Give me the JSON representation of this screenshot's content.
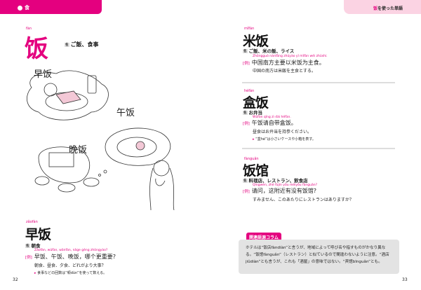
{
  "header": {
    "section": "食",
    "tab_highlight": "饭",
    "tab_rest": "を使った単語"
  },
  "main_word": {
    "pinyin": "fàn",
    "hanzi": "饭",
    "pos": "名",
    "meaning": "ご飯、食事"
  },
  "illustration": {
    "breakfast": "早饭",
    "lunch": "午饭",
    "dinner": "晚饭"
  },
  "entries": [
    {
      "pinyin": "zǎofàn",
      "hanzi": "早饭",
      "pos": "名",
      "meaning": "朝食",
      "ex_pinyin": "Zǎofàn, wǔfàn, wǎnfàn, nǎge gèng zhòngyào?",
      "ex_label": "[例]",
      "ex_zh": "早饭、午饭、晚饭，哪个更重要?",
      "ex_jp": "朝食、昼食、夕食、どれがより大事？",
      "note": "食事などの回数は“顿dùn”を使って数える。"
    },
    {
      "pinyin": "mǐfàn",
      "hanzi": "米饭",
      "pos": "名",
      "meaning": "ご飯、米の飯、ライス",
      "ex_pinyin": "Zhōngguó nánfāng zhǔyào yǐ mǐfàn wéi zhǔshí.",
      "ex_label": "[例]",
      "ex_zh": "中国南方主要以米饭为主食。",
      "ex_jp": "中国の南方は米飯を主食とする。"
    },
    {
      "pinyin": "héfàn",
      "hanzi": "盒饭",
      "pos": "名",
      "meaning": "お弁当",
      "ex_pinyin": "Wǔfàn qǐng zì dài héfàn.",
      "ex_label": "[例]",
      "ex_zh": "午饭请自带盒饭。",
      "ex_jp": "昼食はお弁当を持参ください。",
      "note": "“盒hé”は小さいケースや小箱を表す。"
    },
    {
      "pinyin": "fànguǎn",
      "hanzi": "饭馆",
      "pos": "名",
      "meaning": "料理店、レストラン、飲食店",
      "ex_pinyin": "Qǐngwèn, zhè fùjìn yǒu méiyǒu fànguǎn?",
      "ex_label": "[例]",
      "ex_zh": "请问，这附近有没有饭馆?",
      "ex_jp": "すみません、このあたりにレストランはありますか？"
    }
  ],
  "column": {
    "title": "関連語源コラム",
    "body": "ホテルは“饭店fàndiàn”と言うが、地域によって呼び名や指すものがかなり異なる。“饭馆fànguǎn”（レストラン）と似ているので間違わないように注意。“酒店jiǔdiàn”とも言うが、これも「酒屋」の意味ではない。“宾馆bīnguǎn”とも。"
  },
  "pages": {
    "left": "32",
    "right": "33"
  },
  "colors": {
    "accent": "#e4007f",
    "tab": "#fbd3e3"
  }
}
